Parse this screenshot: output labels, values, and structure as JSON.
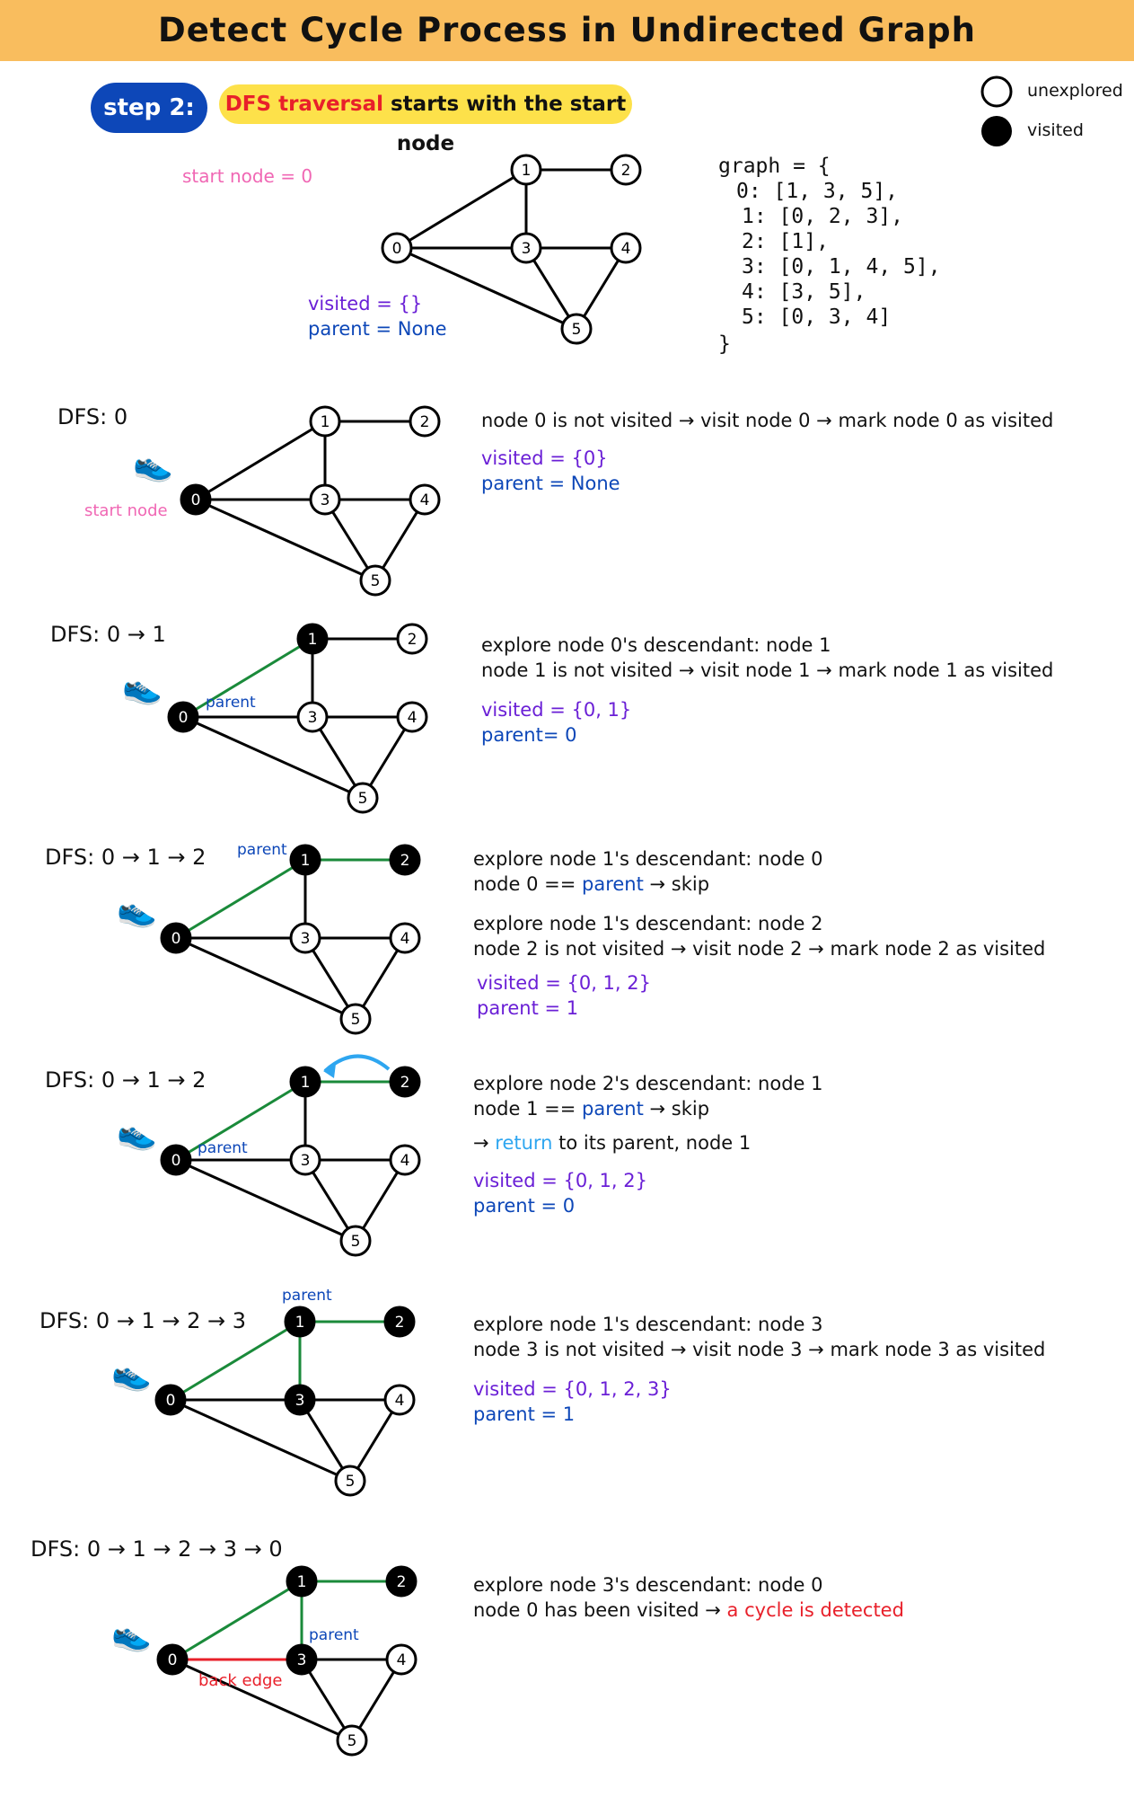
{
  "title": "Detect Cycle Process in Undirected Graph",
  "step": {
    "label": "step 2:",
    "desc_highlight": "DFS traversal",
    "desc_rest": " starts with the start node"
  },
  "legend": {
    "unexplored": "unexplored",
    "visited": "visited"
  },
  "intro": {
    "start_node": "start node = 0",
    "visited": "visited = {}",
    "parent": "parent = None"
  },
  "graph_code": [
    "graph = {",
    "  0: [1, 3, 5],",
    "   1: [0, 2, 3],",
    "   2: [1],",
    "   3: [0, 1, 4, 5],",
    "   4: [3, 5],",
    "   5: [0, 3, 4]",
    "}"
  ],
  "nodes": [
    "0",
    "1",
    "2",
    "3",
    "4",
    "5"
  ],
  "edges": [
    [
      "0",
      "1"
    ],
    [
      "1",
      "2"
    ],
    [
      "0",
      "3"
    ],
    [
      "1",
      "3"
    ],
    [
      "3",
      "4"
    ],
    [
      "3",
      "5"
    ],
    [
      "4",
      "5"
    ],
    [
      "0",
      "5"
    ]
  ],
  "colors": {
    "banner": "#f9bd5e",
    "pill": "#0d47b8",
    "desc": "#fde14a",
    "tree_edge": "#1a8a3a",
    "back_edge": "#e8202a",
    "return_arrow": "#2ea6f0"
  },
  "steps": [
    {
      "dfs": "DFS: 0",
      "label_start": "start node",
      "line1": "node 0 is not visited  →  visit node 0 → mark node 0 as visited",
      "visited": "visited = {0}",
      "parent": "parent = None",
      "visited_nodes": [
        "0"
      ],
      "green_edges": []
    },
    {
      "dfs": "DFS: 0 → 1",
      "label_parent": "parent",
      "line1": "explore  node 0's descendant: node 1",
      "line2": "node 1 is not visited → visit node 1 → mark node 1 as visited",
      "visited": "visited = {0, 1}",
      "parent": "parent= 0",
      "visited_nodes": [
        "0",
        "1"
      ],
      "green_edges": [
        [
          "0",
          "1"
        ]
      ]
    },
    {
      "dfs": "DFS: 0 → 1 → 2",
      "label_parent": "parent",
      "line1": "explore  node 1's descendant: node 0",
      "line2_a": "node 0 == ",
      "line2_b": "parent",
      "line2_c": " → skip",
      "line3": "explore  node 1's descendant: node 2",
      "line4": "node 2 is not visited → visit node 2 → mark node 2 as visited",
      "visited": "visited = {0, 1, 2}",
      "parent": "parent = 1",
      "visited_nodes": [
        "0",
        "1",
        "2"
      ],
      "green_edges": [
        [
          "0",
          "1"
        ],
        [
          "1",
          "2"
        ]
      ]
    },
    {
      "dfs": "DFS: 0 → 1 → 2",
      "label_parent": "parent",
      "line1": "explore  node 2's descendant: node 1",
      "line2_a": "node 1 == ",
      "line2_b": "parent",
      "line2_c": " → skip",
      "line3_a": "→ ",
      "line3_b": "return",
      "line3_c": " to its parent, node 1",
      "visited": "visited = {0, 1, 2}",
      "parent": "parent = 0",
      "visited_nodes": [
        "0",
        "1",
        "2"
      ],
      "green_edges": [
        [
          "0",
          "1"
        ],
        [
          "1",
          "2"
        ]
      ]
    },
    {
      "dfs": "DFS: 0 → 1 → 2 → 3",
      "label_parent": "parent",
      "line1": "explore  node 1's descendant: node 3",
      "line2": "node 3 is not visited → visit node 3 → mark node 3 as visited",
      "visited": "visited = {0, 1, 2, 3}",
      "parent": "parent = 1",
      "visited_nodes": [
        "0",
        "1",
        "2",
        "3"
      ],
      "green_edges": [
        [
          "0",
          "1"
        ],
        [
          "1",
          "2"
        ],
        [
          "1",
          "3"
        ]
      ]
    },
    {
      "dfs": "DFS: 0 → 1 → 2 → 3 → 0",
      "label_parent": "parent",
      "label_back": "back edge",
      "line1": "explore  node 3's descendant: node 0",
      "line2_a": "node 0 has been visited → ",
      "line2_b": "a cycle is detected",
      "visited_nodes": [
        "0",
        "1",
        "2",
        "3"
      ],
      "green_edges": [
        [
          "0",
          "1"
        ],
        [
          "1",
          "2"
        ],
        [
          "1",
          "3"
        ]
      ],
      "red_edges": [
        [
          "0",
          "3"
        ]
      ]
    }
  ]
}
